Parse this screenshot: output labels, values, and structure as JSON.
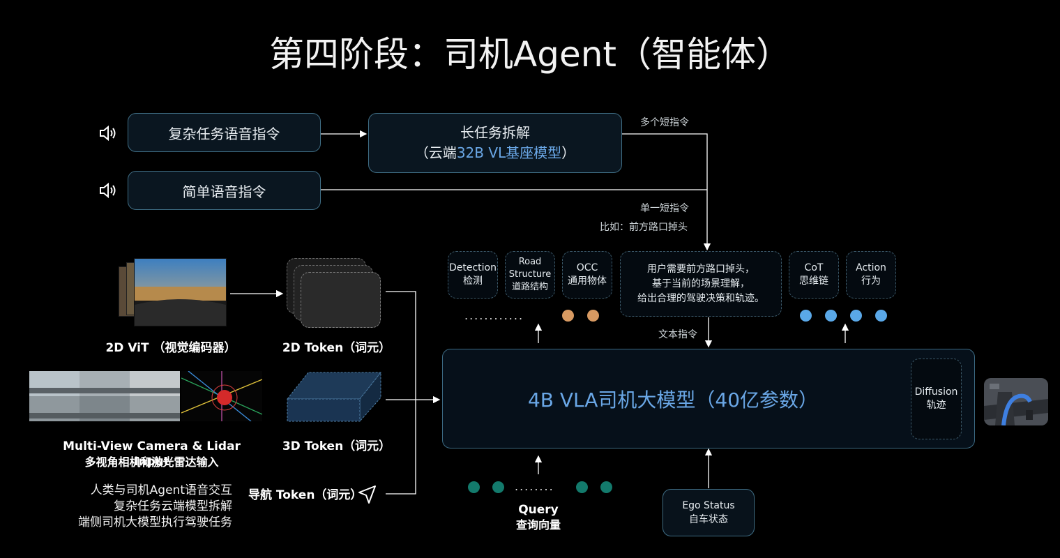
{
  "title": "第四阶段：司机Agent（智能体）",
  "voice_inputs": [
    {
      "label": "复杂任务语音指令"
    },
    {
      "label": "简单语音指令"
    }
  ],
  "cloud_model": {
    "line1": "长任务拆解",
    "line2_prefix": "（云端",
    "line2_highlight": "32B VL基座模型",
    "line2_suffix": "）"
  },
  "labels": {
    "multi_short": "多个短指令",
    "single_short": "单一短指令",
    "example": "比如：前方路口掉头",
    "text_instruction": "文本指令"
  },
  "heads": [
    {
      "line1": "Detection",
      "line2": "检测"
    },
    {
      "line1": "Road",
      "line2": "Structure",
      "line3": "道路结构"
    },
    {
      "line1": "OCC",
      "line2": "通用物体"
    },
    {
      "line1": "CoT",
      "line2": "思维链"
    },
    {
      "line1": "Action",
      "line2": "行为"
    }
  ],
  "reasoning": {
    "line1": "用户需要前方路口掉头，",
    "line2": "基于当前的场景理解，",
    "line3": "给出合理的驾驶决策和轨迹。"
  },
  "main_model": {
    "label": "4B VLA司机大模型（40亿参数）"
  },
  "diffusion": {
    "line1": "Diffusion",
    "line2": "轨迹"
  },
  "inputs": {
    "vit_caption": "2D ViT （视觉编码器）",
    "token2d_caption": "2D Token（词元）",
    "camera_caption_en": "Multi-View Camera & Lidar Input",
    "camera_caption_zh": "多视角相机和激光雷达输入",
    "token3d_caption": "3D Token（词元）",
    "nav_caption": "导航 Token（词元）"
  },
  "summary": [
    "人类与司机Agent语音交互",
    "复杂任务云端模型拆解",
    "端侧司机大模型执行驾驶任务"
  ],
  "query": {
    "line1": "Query",
    "line2": "查询向量"
  },
  "ego": {
    "line1": "Ego Status",
    "line2": "自车状态"
  },
  "colors": {
    "accent_blue": "#6aa7e6",
    "orange_dot": "#d89a62",
    "blue_dot": "#5aa8e8",
    "teal_dot": "#137a6c",
    "border": "#3f6d84"
  },
  "icons": [
    "speaker-icon",
    "navigation-arrow-icon"
  ]
}
